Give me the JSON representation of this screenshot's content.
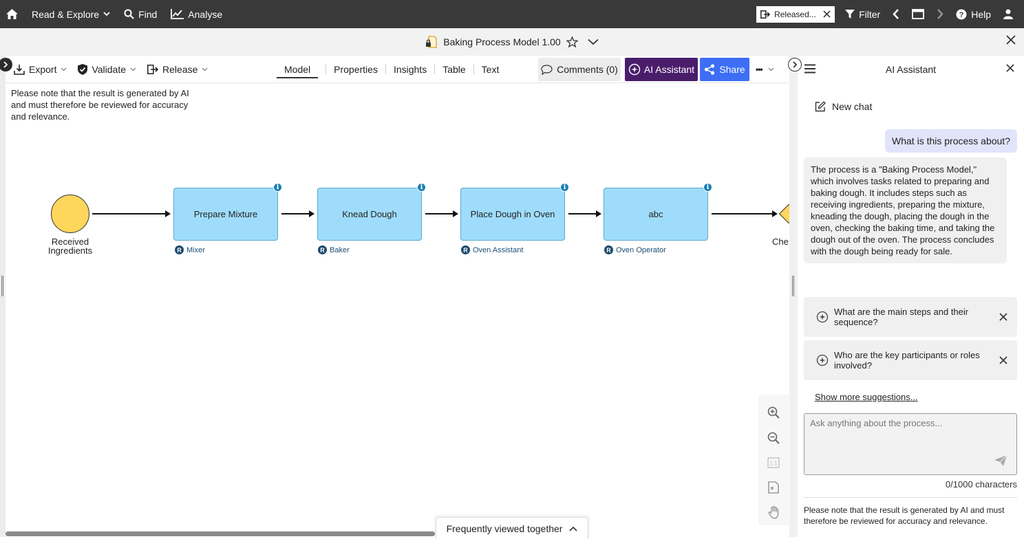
{
  "topbar": {
    "nav": [
      {
        "label": "Read & Explore",
        "icon": "home-icon"
      },
      {
        "label": "Find",
        "icon": "search-icon"
      },
      {
        "label": "Analyse",
        "icon": "chart-line-icon"
      }
    ],
    "released_chip": "Released...",
    "filter_label": "Filter",
    "help_label": "Help"
  },
  "titlebar": {
    "title": "Baking Process Model 1.00"
  },
  "toolbar": {
    "export_label": "Export",
    "validate_label": "Validate",
    "release_label": "Release",
    "tabs": [
      "Model",
      "Properties",
      "Insights",
      "Table",
      "Text"
    ],
    "active_tab": "Model",
    "comments_label": "Comments (0)",
    "ai_label": "AI Assistant",
    "share_label": "Share",
    "more_label": "•••"
  },
  "canvas": {
    "ai_note": "Please note that the result is generated by AI and must therefore be reviewed for accuracy and relevance.",
    "start_event": "Received Ingredients",
    "tasks": [
      {
        "name": "Prepare Mixture",
        "role": "Mixer"
      },
      {
        "name": "Knead Dough",
        "role": "Baker"
      },
      {
        "name": "Place Dough in Oven",
        "role": "Oven Assistant"
      },
      {
        "name": "abc",
        "role": "Oven Operator"
      }
    ],
    "gateway_label": "Che",
    "role_badge": "R",
    "info_badge": "i",
    "frequently_viewed": "Frequently viewed together"
  },
  "panel": {
    "title": "AI Assistant",
    "new_chat": "New chat",
    "user_message": "What is this process about?",
    "bot_message": "The process is a \"Baking Process Model,\" which involves tasks related to preparing and baking dough. It includes steps such as receiving ingredients, preparing the mixture, kneading the dough, placing the dough in the oven, checking the baking time, and taking the dough out of the oven. The process concludes with the dough being ready for sale.",
    "suggestions": [
      "What are the main steps and their sequence?",
      "Who are the key participants or roles involved?"
    ],
    "show_more": "Show more suggestions...",
    "input_placeholder": "Ask anything about the process...",
    "char_count": "0/1000 characters",
    "note": "Please note that the result is generated by AI and must therefore be reviewed for accuracy and relevance."
  },
  "colors": {
    "topbar_bg": "#393939",
    "ai_button": "#4a1d6b",
    "share_button": "#3d6ef5",
    "task_fill": "#9fdcfb",
    "event_fill": "#ffd65c",
    "user_bubble": "#e2e4fb"
  }
}
